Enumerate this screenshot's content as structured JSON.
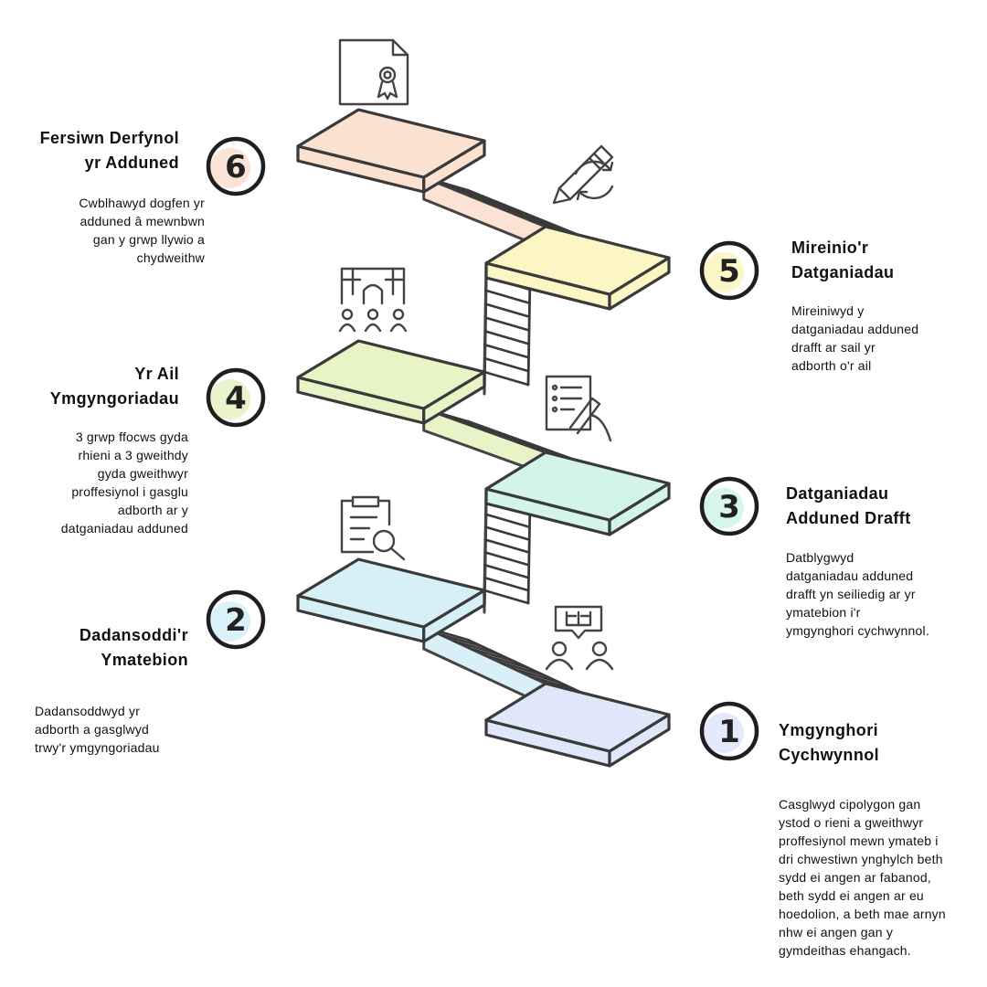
{
  "steps": [
    {
      "number": "1",
      "title_lines": [
        "Ymgynghori",
        "Cychwynnol"
      ],
      "desc_lines": [
        "Casglwyd cipolygon gan",
        "ystod o rieni a gweithwyr",
        "proffesiynol mewn ymateb i",
        "dri chwestiwn ynghylch beth",
        "sydd ei angen ar fabanod,",
        "beth sydd ei angen ar eu",
        "hoedolion, a beth mae arnyn",
        "nhw ei angen gan y",
        "gymdeithas ehangach."
      ],
      "icon": "two-people-book-icon",
      "color": "#dfe8fb"
    },
    {
      "number": "2",
      "title_lines": [
        "Dadansoddi'r",
        "Ymatebion"
      ],
      "desc_lines": [
        "Dadansoddwyd yr",
        "adborth a gasglwyd",
        "trwy'r ymgyngoriadau"
      ],
      "icon": "clipboard-magnifier-icon",
      "color": "#d7f0f8"
    },
    {
      "number": "3",
      "title_lines": [
        "Datganiadau",
        "Adduned Drafft"
      ],
      "desc_lines": [
        "Datblygwyd",
        "datganiadau adduned",
        "drafft yn seiliedig ar yr",
        "ymatebion i'r",
        "ymgynghori cychwynnol."
      ],
      "icon": "checklist-hand-pen-icon",
      "color": "#d3f5e9"
    },
    {
      "number": "4",
      "title_lines": [
        "Yr Ail",
        "Ymgyngoriadau"
      ],
      "desc_lines": [
        "3 grwp ffocws gyda",
        "rhieni a 3 gweithdy",
        "gyda gweithwyr",
        "proffesiynol i gasglu",
        "adborth ar y",
        "datganiadau adduned"
      ],
      "icon": "three-people-network-icon",
      "color": "#e8f3c6"
    },
    {
      "number": "5",
      "title_lines": [
        "Mireinio'r",
        "Datganiadau"
      ],
      "desc_lines": [
        "Mireiniwyd y",
        "datganiadau adduned",
        "drafft ar sail yr",
        "adborth o'r ail"
      ],
      "icon": "pencil-refresh-icon",
      "color": "#fbf6c3"
    },
    {
      "number": "6",
      "title_lines": [
        "Fersiwn Derfynol",
        "yr Adduned"
      ],
      "desc_lines": [
        "Cwblhawyd dogfen yr",
        "adduned â mewnbwn",
        "gan y grwp llywio a",
        "chydweithw"
      ],
      "icon": "document-badge-icon",
      "color": "#fbe1d0"
    }
  ]
}
